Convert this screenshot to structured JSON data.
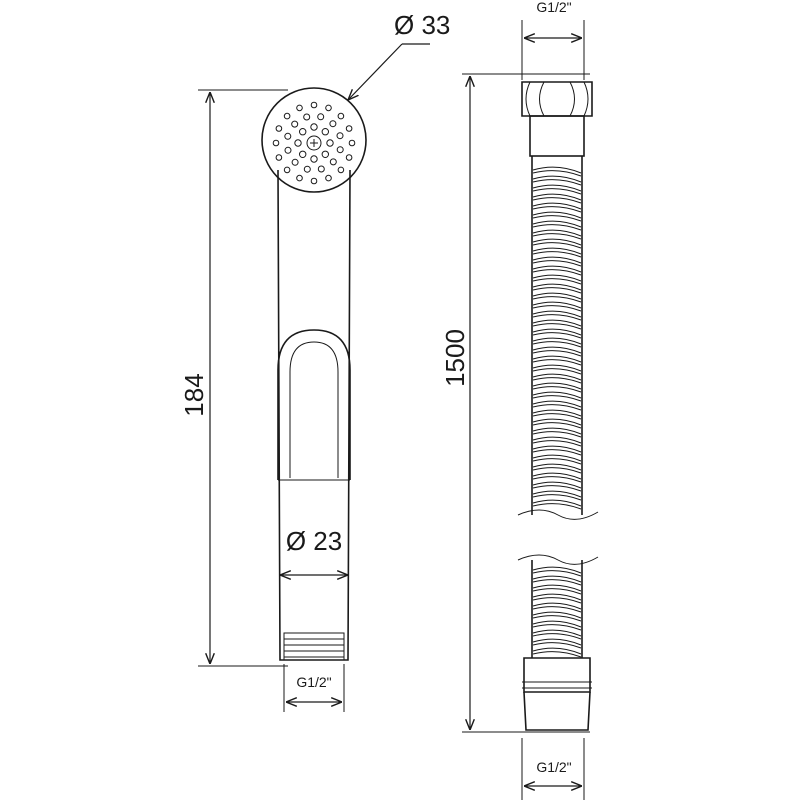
{
  "labels": {
    "head_diameter": "Ø 33",
    "handle_diameter": "Ø 23",
    "spray_length": "184",
    "hose_length": "1500",
    "spray_thread": "G1/2\"",
    "hose_top_thread": "G1/2\"",
    "hose_bottom_thread": "G1/2\""
  },
  "colors": {
    "stroke": "#1a1a1a",
    "background": "#ffffff"
  }
}
